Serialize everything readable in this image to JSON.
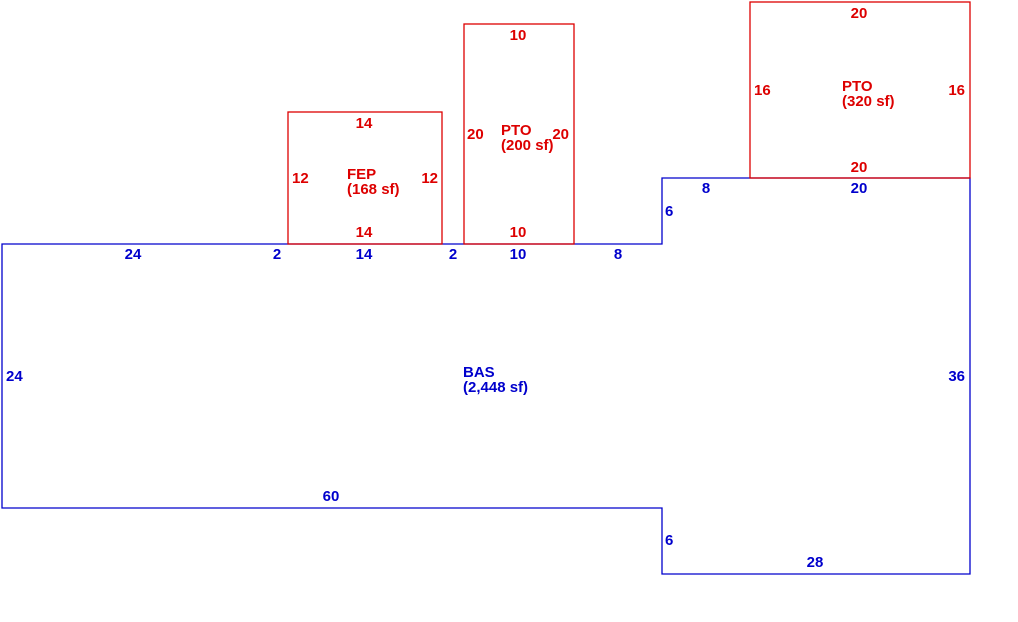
{
  "colors": {
    "base": "#0000cc",
    "addition": "#dd0000"
  },
  "base": {
    "code": "BAS",
    "area": "(2,448 sf)",
    "dims": {
      "top_left": "24",
      "top_gap_left": "2",
      "top_under_fep": "14",
      "top_gap_right": "2",
      "top_under_pto": "10",
      "top_right": "8",
      "left_side": "24",
      "bottom_left": "60",
      "step_up": "6",
      "upper_right_top_left": "8",
      "upper_right_top": "20",
      "right_side": "36",
      "step_down": "6",
      "bottom_right": "28"
    }
  },
  "fep": {
    "code": "FEP",
    "area": "(168 sf)",
    "dims": {
      "top": "14",
      "left": "12",
      "right": "12",
      "bottom": "14"
    }
  },
  "pto_small": {
    "code": "PTO",
    "area": "(200 sf)",
    "dims": {
      "top": "10",
      "left": "20",
      "right": "20",
      "bottom": "10"
    }
  },
  "pto_large": {
    "code": "PTO",
    "area": "(320 sf)",
    "dims": {
      "top": "20",
      "left": "16",
      "right": "16",
      "bottom": "20"
    }
  }
}
